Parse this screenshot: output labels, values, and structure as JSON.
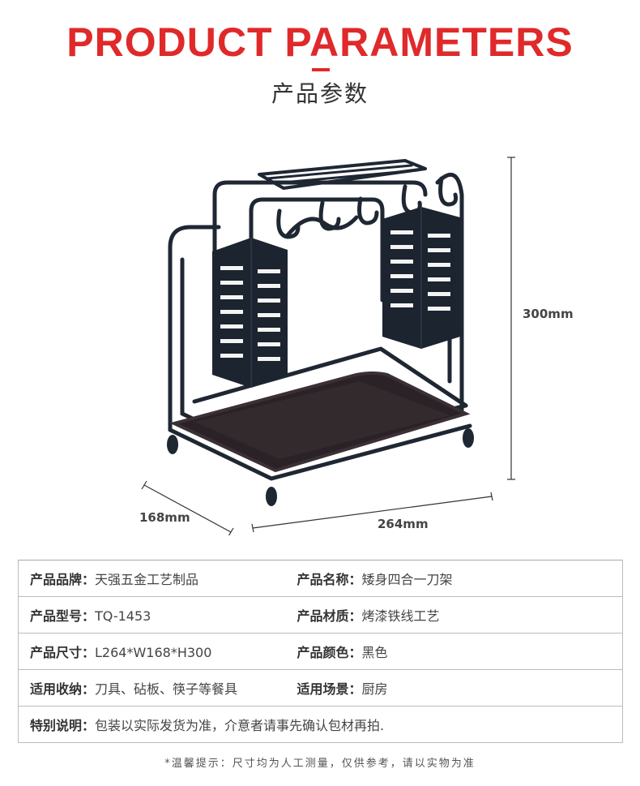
{
  "header": {
    "title_en": "PRODUCT PARAMETERS",
    "title_cn": "产品参数"
  },
  "dimensions": {
    "height": "300mm",
    "depth": "168mm",
    "length": "264mm"
  },
  "params": {
    "row1": {
      "left": {
        "key": "产品品牌：",
        "value": "天强五金工艺制品"
      },
      "right": {
        "key": "产品名称：",
        "value": "矮身四合一刀架"
      }
    },
    "row2": {
      "left": {
        "key": "产品型号：",
        "value": "TQ-1453"
      },
      "right": {
        "key": "产品材质：",
        "value": "烤漆铁线工艺"
      }
    },
    "row3": {
      "left": {
        "key": "产品尺寸：",
        "value": "L264*W168*H300"
      },
      "right": {
        "key": "产品颜色：",
        "value": "黑色"
      }
    },
    "row4": {
      "left": {
        "key": "适用收纳：",
        "value": "刀具、砧板、筷子等餐具"
      },
      "right": {
        "key": "适用场景：",
        "value": "厨房"
      }
    },
    "row5": {
      "full": {
        "key": "特别说明：",
        "value": "包装以实际发货为准，介意者请事先确认包材再拍."
      }
    }
  },
  "footnote": "*温馨提示：尺寸均为人工测量，仅供参考，请以实物为准",
  "colors": {
    "accent": "#e0292a",
    "product": "#1f2733"
  }
}
